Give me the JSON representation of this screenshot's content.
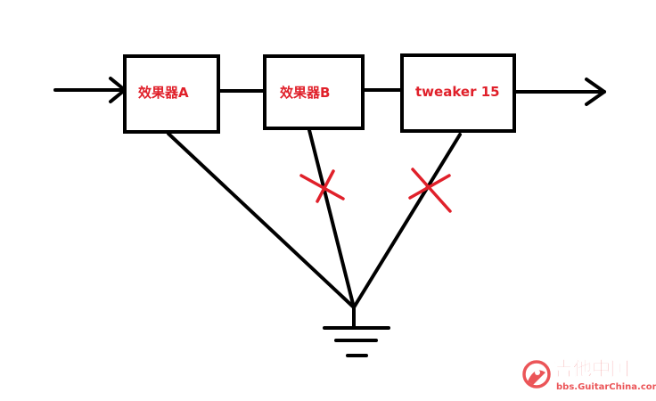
{
  "diagram": {
    "nodes": [
      {
        "id": "effect-a",
        "label": "效果器A"
      },
      {
        "id": "effect-b",
        "label": "效果器B"
      },
      {
        "id": "tweaker",
        "label": "tweaker 15"
      }
    ],
    "signal_chain": [
      "effect-a",
      "effect-b",
      "tweaker"
    ],
    "ground_connections": [
      {
        "from": "effect-a",
        "blocked": false
      },
      {
        "from": "effect-b",
        "blocked": true
      },
      {
        "from": "tweaker",
        "blocked": true
      }
    ]
  },
  "colors": {
    "line": "#000000",
    "label": "#e0202a",
    "cross": "#e0202a",
    "watermark": "#e8383c"
  },
  "watermark": {
    "title": "吉他中国",
    "url": "bbs.GuitarChina.com"
  }
}
